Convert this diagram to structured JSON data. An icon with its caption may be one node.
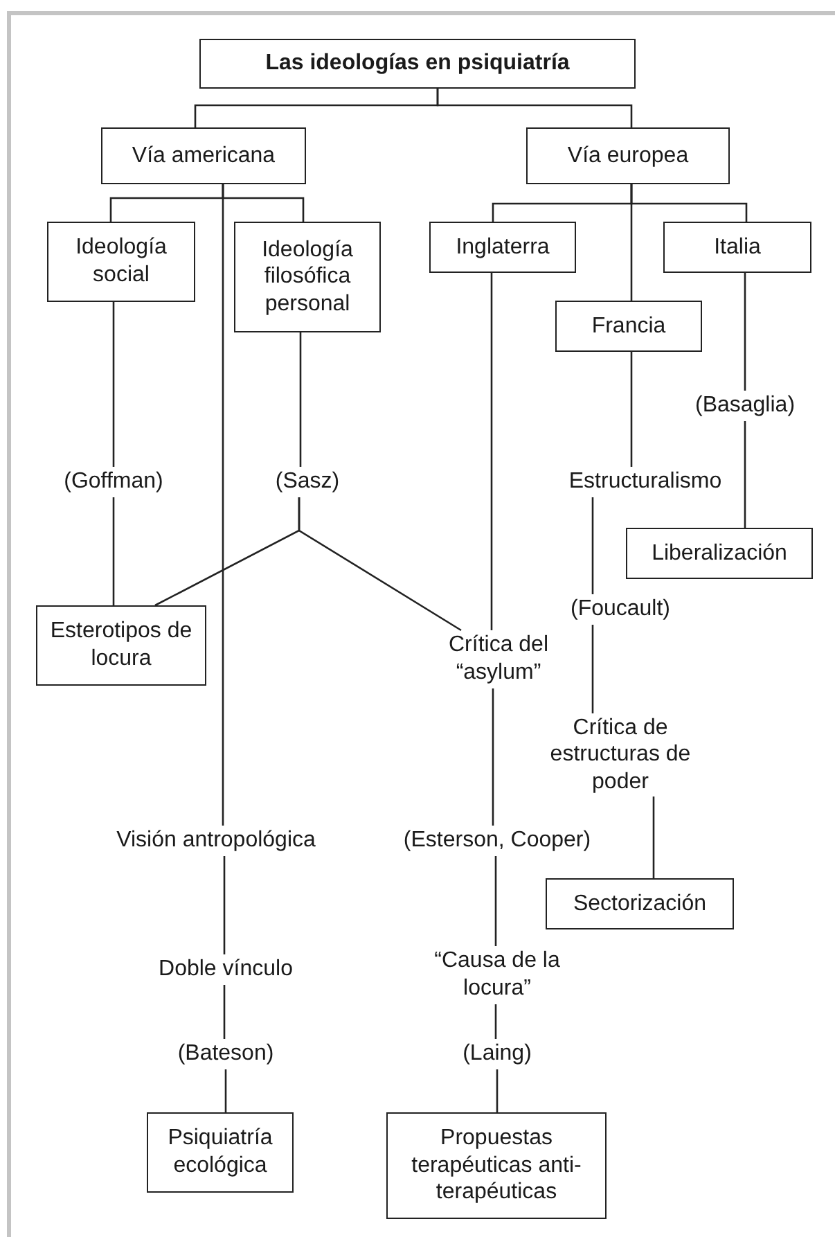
{
  "diagram": {
    "nodes": [
      {
        "text": [
          "Las ideologías en psiquiatría"
        ]
      },
      {
        "text": [
          "Vía americana"
        ]
      },
      {
        "text": [
          "Vía europea"
        ]
      },
      {
        "text": [
          "Ideología social"
        ]
      },
      {
        "text": [
          "Ideología filosófica personal"
        ]
      },
      {
        "text": [
          "Inglaterra"
        ]
      },
      {
        "text": [
          "Italia"
        ]
      },
      {
        "text": [
          "Francia"
        ]
      },
      {
        "text": [
          "(Basaglia)"
        ]
      },
      {
        "text": [
          "(Goffman)"
        ]
      },
      {
        "text": [
          "(Sasz)"
        ]
      },
      {
        "text": [
          "Estructuralismo"
        ]
      },
      {
        "text": [
          "Liberalización"
        ]
      },
      {
        "text": [
          "Esterotipos de locura"
        ]
      },
      {
        "text": [
          "(Foucault)"
        ]
      },
      {
        "text": [
          "Crítica del “asylum”"
        ]
      },
      {
        "text": [
          "Crítica de estructuras de poder"
        ]
      },
      {
        "text": [
          "Visión antropológica"
        ]
      },
      {
        "text": [
          "(Esterson, Cooper)"
        ]
      },
      {
        "text": [
          "Sectorización"
        ]
      },
      {
        "text": [
          "Doble vínculo"
        ]
      },
      {
        "text": [
          "“Causa de la locura”"
        ]
      },
      {
        "text": [
          "(Bateson)"
        ]
      },
      {
        "text": [
          "(Laing)"
        ]
      },
      {
        "text": [
          "Psiquiatría ecológica"
        ]
      },
      {
        "text": [
          "Propuestas terapéuticas anti-terapéuticas"
        ]
      }
    ],
    "edges": [
      {
        "from": 0,
        "to": 1,
        "arrow": "none"
      },
      {
        "from": 0,
        "to": 2,
        "arrow": "none"
      },
      {
        "from": 1,
        "to": 3,
        "arrow": "none"
      },
      {
        "from": 1,
        "to": 4,
        "arrow": "none"
      },
      {
        "from": 1,
        "to": 17,
        "arrow": "none"
      },
      {
        "from": 2,
        "to": 5,
        "arrow": "none"
      },
      {
        "from": 2,
        "to": 6,
        "arrow": "none"
      },
      {
        "from": 2,
        "to": 7,
        "arrow": "none"
      },
      {
        "from": 3,
        "to": 9,
        "arrow": "none"
      },
      {
        "from": 9,
        "to": 13,
        "arrow": "none"
      },
      {
        "from": 4,
        "to": 10,
        "arrow": "none"
      },
      {
        "from": 10,
        "to": 13,
        "arrow": "none"
      },
      {
        "from": 10,
        "to": 15,
        "arrow": "none"
      },
      {
        "from": 5,
        "to": 15,
        "arrow": "none"
      },
      {
        "from": 6,
        "to": 8,
        "arrow": "none"
      },
      {
        "from": 8,
        "to": 12,
        "arrow": "none"
      },
      {
        "from": 7,
        "to": 11,
        "arrow": "none"
      },
      {
        "from": 11,
        "to": 14,
        "arrow": "none"
      },
      {
        "from": 14,
        "to": 16,
        "arrow": "none"
      },
      {
        "from": 16,
        "to": 19,
        "arrow": "none"
      },
      {
        "from": 15,
        "to": 18,
        "arrow": "none"
      },
      {
        "from": 18,
        "to": 21,
        "arrow": "none"
      },
      {
        "from": 21,
        "to": 23,
        "arrow": "none"
      },
      {
        "from": 23,
        "to": 25,
        "arrow": "none"
      },
      {
        "from": 17,
        "to": 20,
        "arrow": "none"
      },
      {
        "from": 20,
        "to": 22,
        "arrow": "none"
      },
      {
        "from": 22,
        "to": 24,
        "arrow": "none"
      }
    ]
  }
}
